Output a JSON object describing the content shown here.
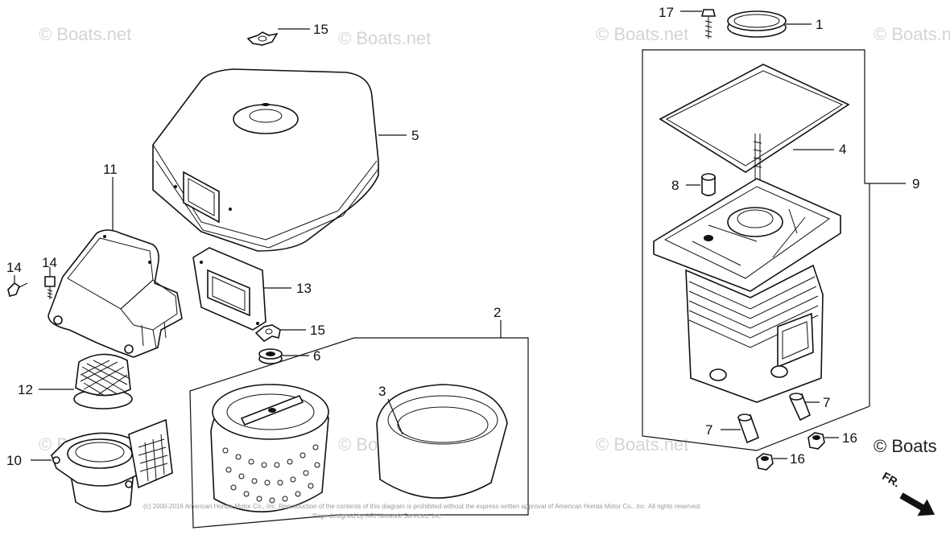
{
  "watermarks": [
    "© Boats.net",
    "© Boats.net",
    "© Boats.net",
    "© Boats.net",
    "© Boats.net",
    "© Boats.net",
    "© Boats.net"
  ],
  "watermark_corner": "© Boats",
  "copyright_line1": "(c) 2000-2016 American Honda Motor Co., Inc. Reproduction of the contents of this diagram is prohibited without the express written approval of American Honda Motor Co., Inc. All rights reserved.",
  "copyright_line2": "Page designed by ARI Network Services, Inc.",
  "direction_label": "FR.",
  "callouts": {
    "c17": "17",
    "c1": "1",
    "c15a": "15",
    "c5": "5",
    "c4": "4",
    "c9": "9",
    "c8": "8",
    "c11": "11",
    "c14a": "14",
    "c14b": "14",
    "c13": "13",
    "c15b": "15",
    "c2": "2",
    "c6": "6",
    "c12": "12",
    "c3": "3",
    "c7a": "7",
    "c7b": "7",
    "c16a": "16",
    "c16b": "16",
    "c10": "10"
  }
}
